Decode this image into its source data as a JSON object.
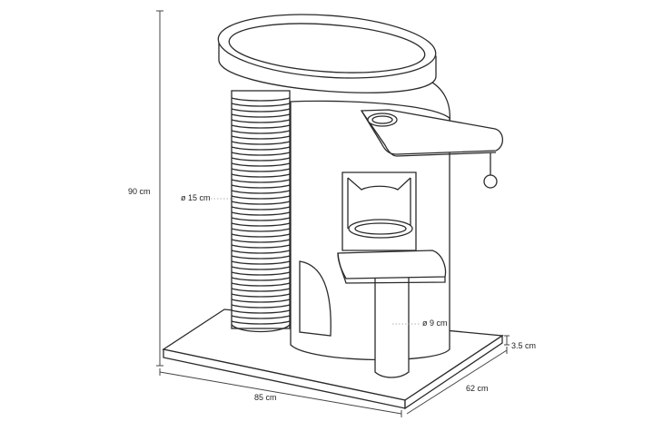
{
  "dimensions": {
    "height_total": "90 cm",
    "post_diameter": "ø 15 cm",
    "pole_diameter": "ø 9 cm",
    "base_thickness": "3.5 cm",
    "width": "85 cm",
    "depth": "62 cm"
  },
  "colors": {
    "line": "#2b2b2b",
    "background": "#ffffff"
  }
}
